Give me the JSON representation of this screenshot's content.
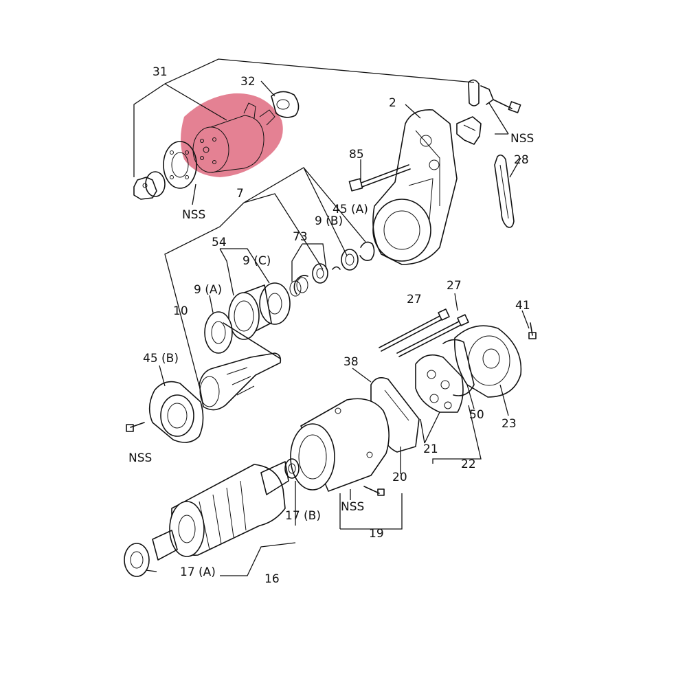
{
  "highlight_color": "#d9506a",
  "callouts": {
    "c31": "31",
    "c32": "32",
    "c2": "2",
    "c85": "85",
    "c28": "28",
    "c7": "7",
    "c45a": "45 (A)",
    "c9b": "9 (B)",
    "c54": "54",
    "c73": "73",
    "c9c": "9 (C)",
    "c9a": "9 (A)",
    "c10": "10",
    "c45b": "45 (B)",
    "c38": "38",
    "c27a": "27",
    "c27b": "27",
    "c41": "41",
    "c50": "50",
    "c23": "23",
    "c21": "21",
    "c22": "22",
    "c20": "20",
    "c19": "19",
    "c17b": "17 (B)",
    "c17a": "17 (A)",
    "c16": "16",
    "nss1": "NSS",
    "nss2": "NSS",
    "nss3": "NSS",
    "nss4": "NSS"
  }
}
